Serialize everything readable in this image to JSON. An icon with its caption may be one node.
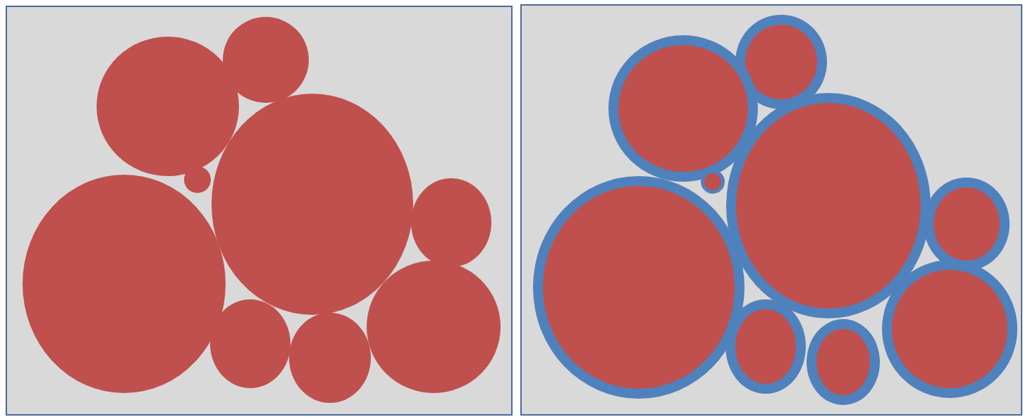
{
  "diagram": {
    "nodes": [
      {
        "text": [],
        "shape": "box"
      },
      {
        "text": [],
        "shape": "circle",
        "in": 0
      },
      {
        "text": [],
        "shape": "circle",
        "in": 0
      },
      {
        "text": [],
        "shape": "circle",
        "in": 0
      },
      {
        "text": [],
        "shape": "circle",
        "in": 0
      },
      {
        "text": [],
        "shape": "circle",
        "in": 0
      },
      {
        "text": [],
        "shape": "circle",
        "in": 0
      },
      {
        "text": [],
        "shape": "circle",
        "in": 0
      },
      {
        "text": [],
        "shape": "circle",
        "in": 0
      },
      {
        "text": [],
        "shape": "circle",
        "in": 0
      },
      {
        "text": [],
        "shape": "box"
      },
      {
        "text": [],
        "shape": "circle",
        "in": 10
      },
      {
        "text": [],
        "shape": "circle",
        "in": 10
      },
      {
        "text": [],
        "shape": "circle",
        "in": 10
      },
      {
        "text": [],
        "shape": "circle",
        "in": 10
      },
      {
        "text": [],
        "shape": "circle",
        "in": 10
      },
      {
        "text": [],
        "shape": "circle",
        "in": 10
      },
      {
        "text": [],
        "shape": "circle",
        "in": 10
      },
      {
        "text": [],
        "shape": "circle",
        "in": 10
      },
      {
        "text": [],
        "shape": "circle",
        "in": 10
      }
    ]
  }
}
